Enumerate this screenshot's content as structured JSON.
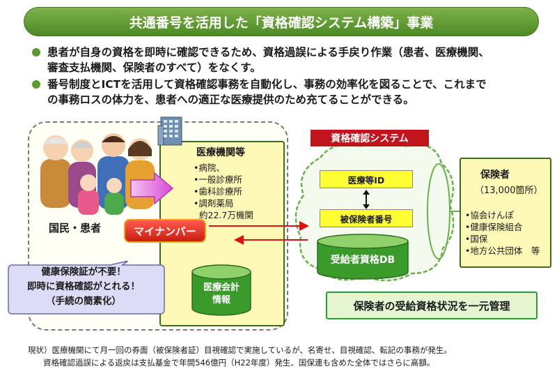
{
  "title": "共通番号を活用した「資格確認システム構築」事業",
  "bullets": [
    {
      "line1": "患者が自身の資格を即時に確認できるため、資格過誤による手戻り作業（患者、医療機関、",
      "line2": "審査支払機関、保険者のすべて）をなくす。"
    },
    {
      "line1": "番号制度とICTを活用して資格確認事務を自動化し、事務の効率化を図ることで、これまで",
      "line2": "の事務ロスの体力を、患者への適正な医療提供のため充てることができる。"
    }
  ],
  "citizen_label": "国民・患者",
  "medical": {
    "title": "医療機関等",
    "items": [
      "•病院、",
      "•一般診療所",
      "•歯科診療所",
      "•調剤薬局"
    ],
    "count": "約22.7万機関",
    "db_line1": "医療会計",
    "db_line2": "情報"
  },
  "mynumber": "マイナンバー",
  "callout": {
    "line1": "健康保険証が不要！",
    "line2": "即時に資格確認がとれる！",
    "line3": "（手続の簡素化）"
  },
  "system": {
    "label": "資格確認システム",
    "medical_id": "医療等ID",
    "insured_number": "被保険者番号",
    "db": "受給者資格DB"
  },
  "insurer": {
    "title": "保険者",
    "count": "（13,000箇所）",
    "items": [
      "•協会けんぽ",
      "•健康保険組合",
      "•国保",
      "•地方公共団体　等"
    ]
  },
  "unified": "保険者の受給資格状況を一元管理",
  "footer": {
    "line1": "現状）医療機関にて月一回の券面（被保険者証）目視確認で実施しているが、名寄せ、目視確認、転記の事務が発生。",
    "line2": "資格確認過誤による返戻は支払基金で年間546億円（H22年度）発生、国保連も含めた全体ではさらに高額。"
  },
  "colors": {
    "title_green": "#5d9a2c",
    "system_red": "#c0151d",
    "id_yellow": "#ffff33",
    "db_green": "#3a9a2a",
    "box_yellow": "#fff9b8",
    "arrow_magenta": "#e060e0",
    "arrow_red": "#e01010"
  }
}
